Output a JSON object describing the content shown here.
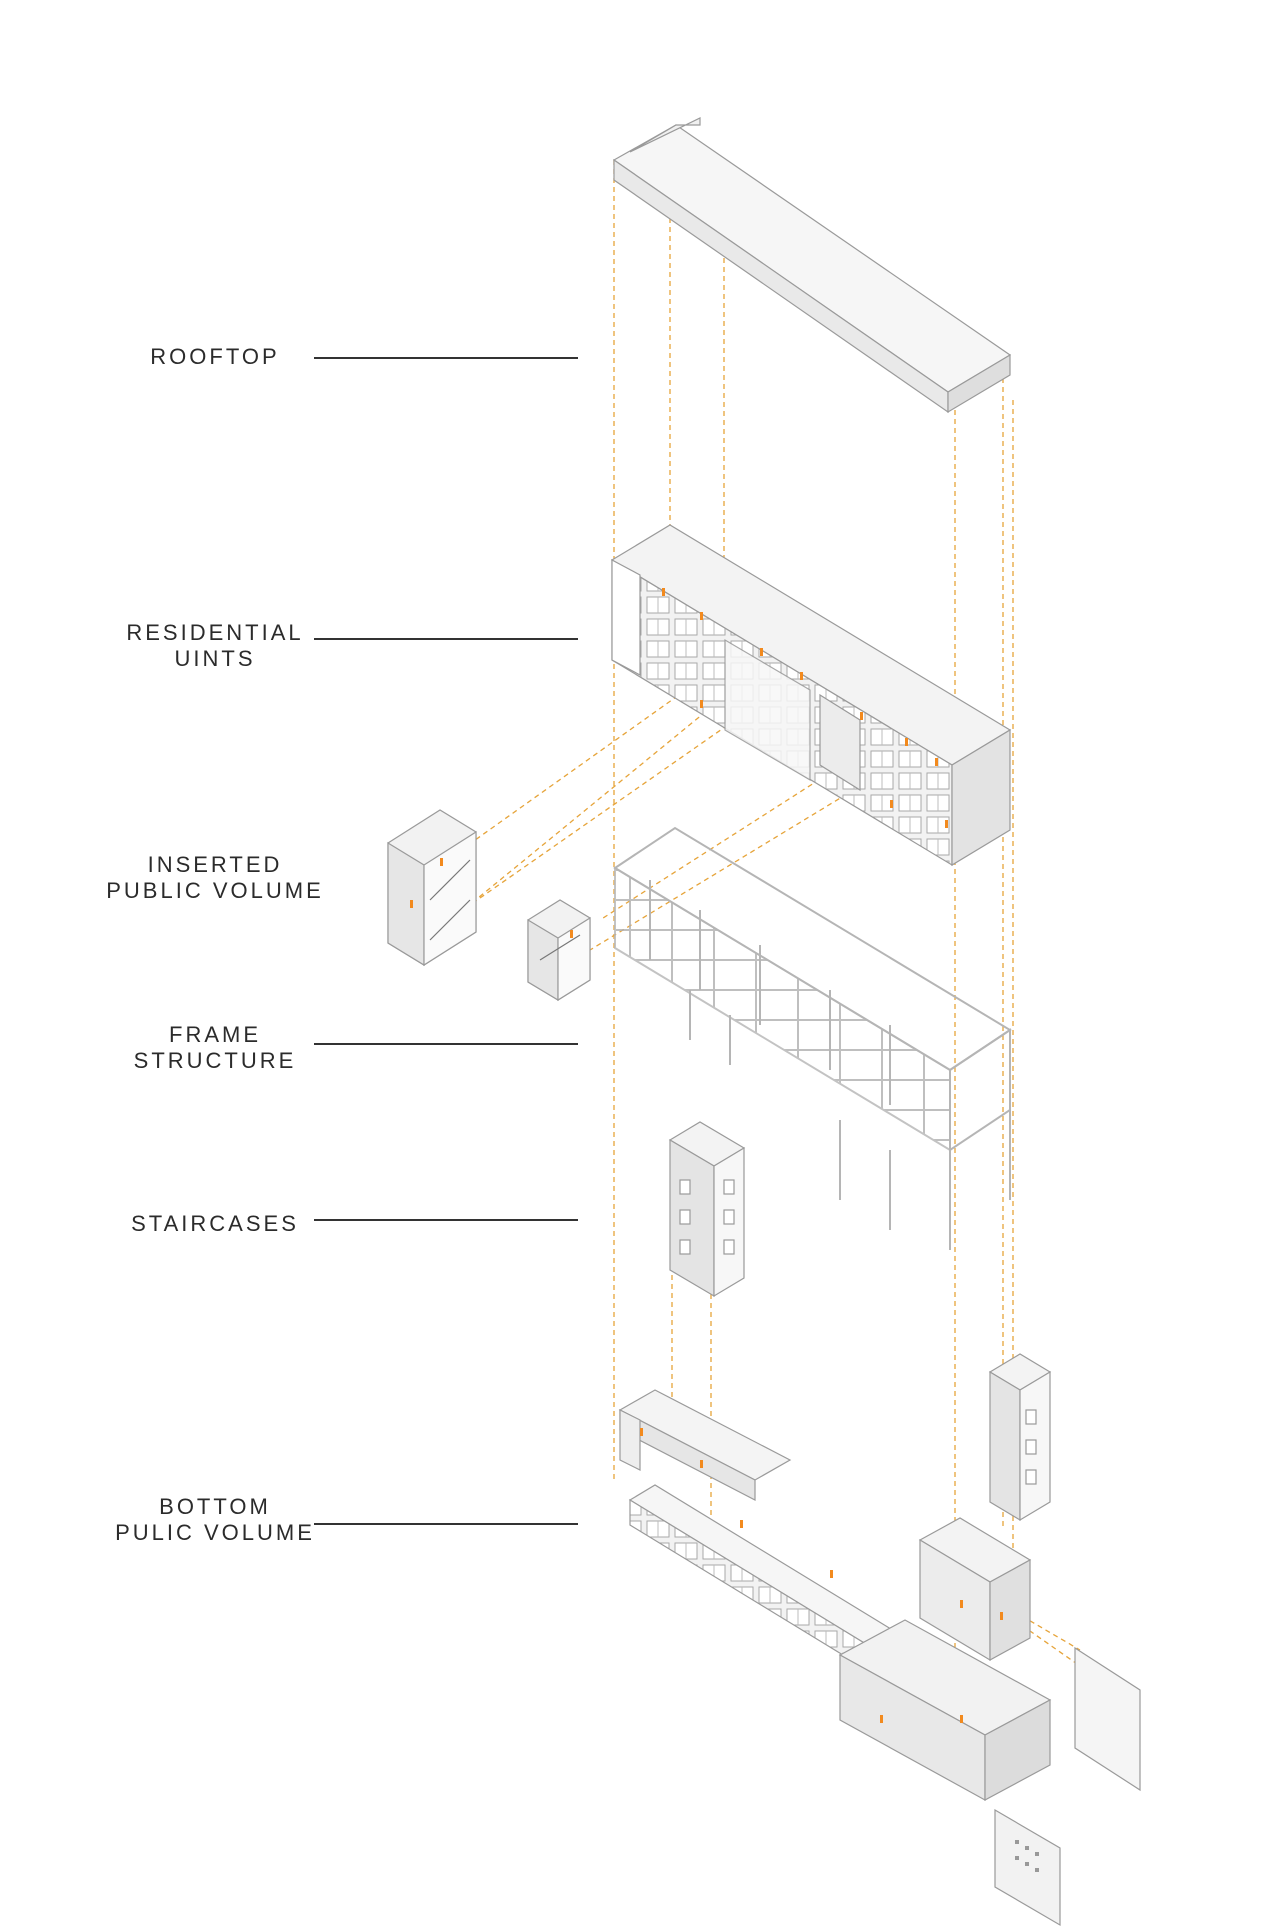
{
  "labels": [
    {
      "id": "rooftop",
      "text": "ROOFTOP"
    },
    {
      "id": "residential-units",
      "text": "RESIDENTIAL\nUINTS"
    },
    {
      "id": "inserted-public-volume",
      "text": "INSERTED\nPUBLIC VOLUME"
    },
    {
      "id": "frame-structure",
      "text": "FRAME\nSTRUCTURE"
    },
    {
      "id": "staircases",
      "text": "STAIRCASES"
    },
    {
      "id": "bottom-public-volume",
      "text": "BOTTOM\nPULIC VOLUME"
    }
  ],
  "colors": {
    "background": "#ffffff",
    "line": "#333333",
    "guide": "#e6a43a",
    "accent": "#f28a1e",
    "face_light": "#f4f4f4",
    "face_mid": "#e8e8e8",
    "face_dark": "#dcdcdc",
    "edge": "#9a9a9a"
  }
}
